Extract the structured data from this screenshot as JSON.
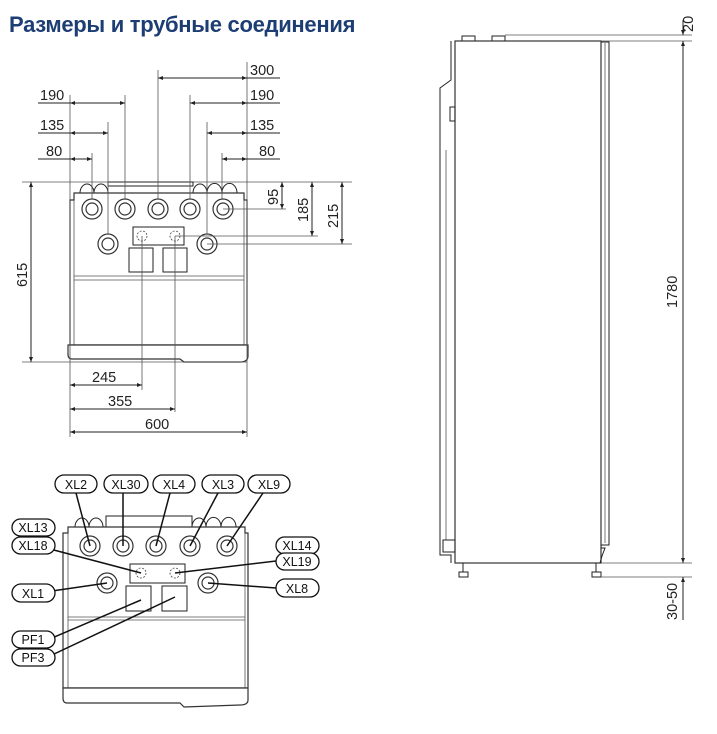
{
  "title": "Размеры и трубные соединения",
  "front_view": {
    "dims": {
      "top_300": "300",
      "left_190": "190",
      "left_135": "135",
      "left_80": "80",
      "right_190": "190",
      "right_135": "135",
      "right_80": "80",
      "v_95": "95",
      "v_185": "185",
      "v_215": "215",
      "height_615": "615",
      "bottom_245": "245",
      "bottom_355": "355",
      "width_600": "600"
    }
  },
  "connections_view": {
    "labels": [
      "XL2",
      "XL30",
      "XL4",
      "XL3",
      "XL9",
      "XL13",
      "XL18",
      "XL14",
      "XL19",
      "XL1",
      "XL8",
      "PF1",
      "PF3"
    ]
  },
  "side_view": {
    "dims": {
      "top_20": "20",
      "height_1780": "1780",
      "feet_30_50": "30-50"
    }
  }
}
